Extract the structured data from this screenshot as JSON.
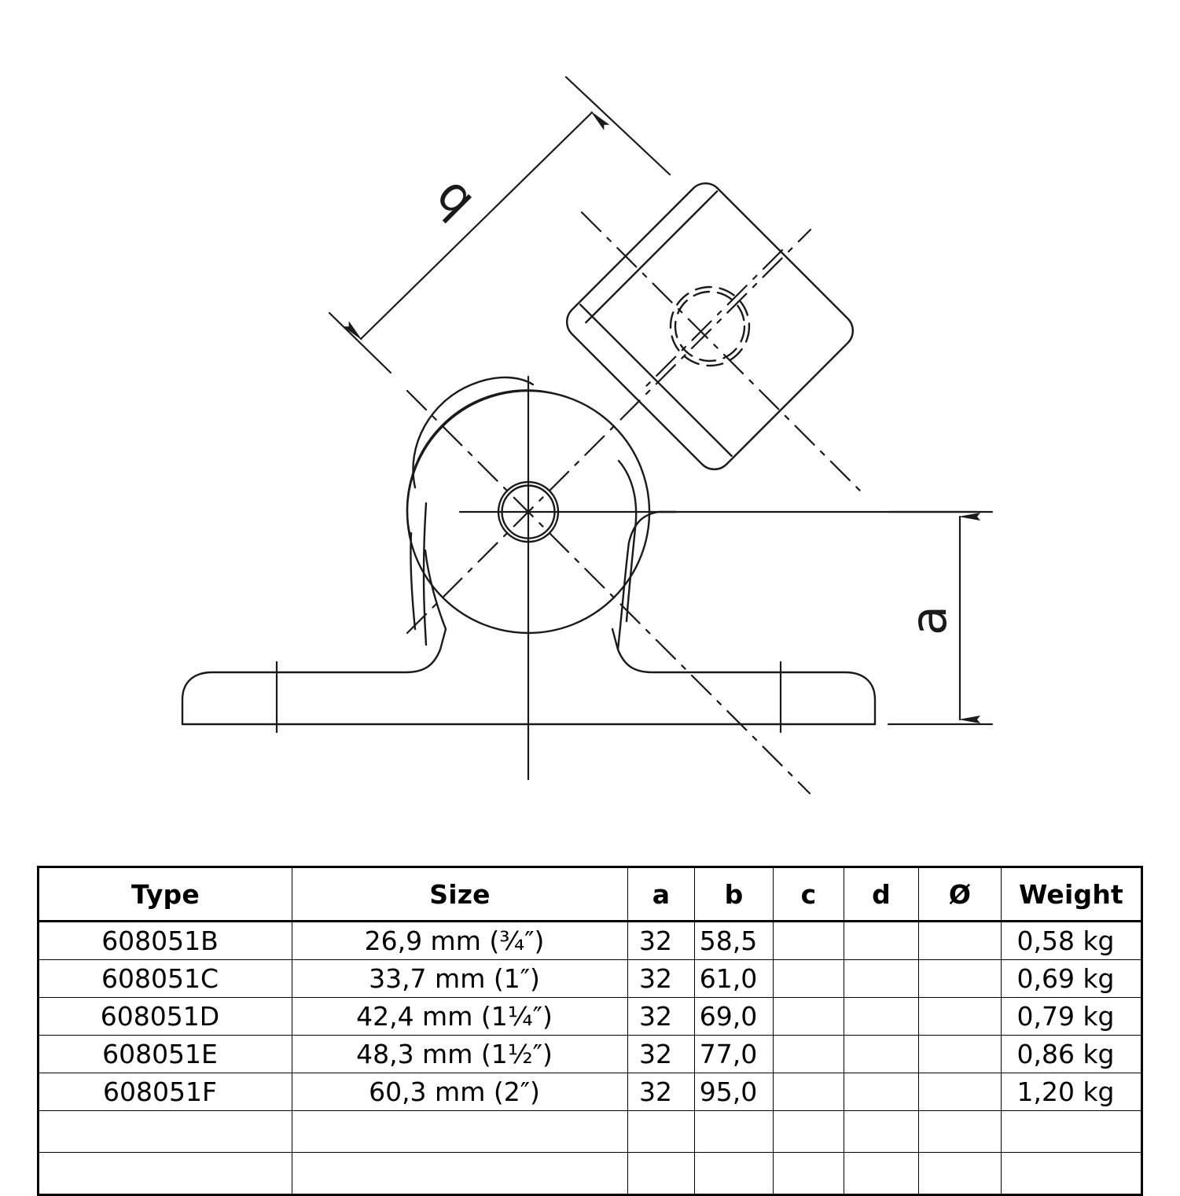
{
  "drawing": {
    "title": "Pipe clamp fitting technical drawing",
    "dimension_labels": {
      "b": "b",
      "a": "a"
    },
    "view": "Side elevation with swivel socket at 45 degrees on base flange",
    "line_color": "#1a1a1a",
    "background_color": "#ffffff"
  },
  "table": {
    "headers": {
      "type": "Type",
      "size": "Size",
      "a": "a",
      "b": "b",
      "c": "c",
      "d": "d",
      "dia": "Ø",
      "weight": "Weight"
    },
    "rows": [
      {
        "type": "608051B",
        "size": "26,9 mm (¾″)",
        "a": "32",
        "b": "58,5",
        "c": "",
        "d": "",
        "dia": "",
        "weight": "0,58 kg"
      },
      {
        "type": "608051C",
        "size": "33,7 mm (1″)",
        "a": "32",
        "b": "61,0",
        "c": "",
        "d": "",
        "dia": "",
        "weight": "0,69 kg"
      },
      {
        "type": "608051D",
        "size": "42,4 mm (1¼″)",
        "a": "32",
        "b": "69,0",
        "c": "",
        "d": "",
        "dia": "",
        "weight": "0,79 kg"
      },
      {
        "type": "608051E",
        "size": "48,3 mm (1½″)",
        "a": "32",
        "b": "77,0",
        "c": "",
        "d": "",
        "dia": "",
        "weight": "0,86 kg"
      },
      {
        "type": "608051F",
        "size": "60,3 mm (2″)",
        "a": "32",
        "b": "95,0",
        "c": "",
        "d": "",
        "dia": "",
        "weight": "1,20 kg"
      }
    ],
    "empty_rows": 2
  }
}
